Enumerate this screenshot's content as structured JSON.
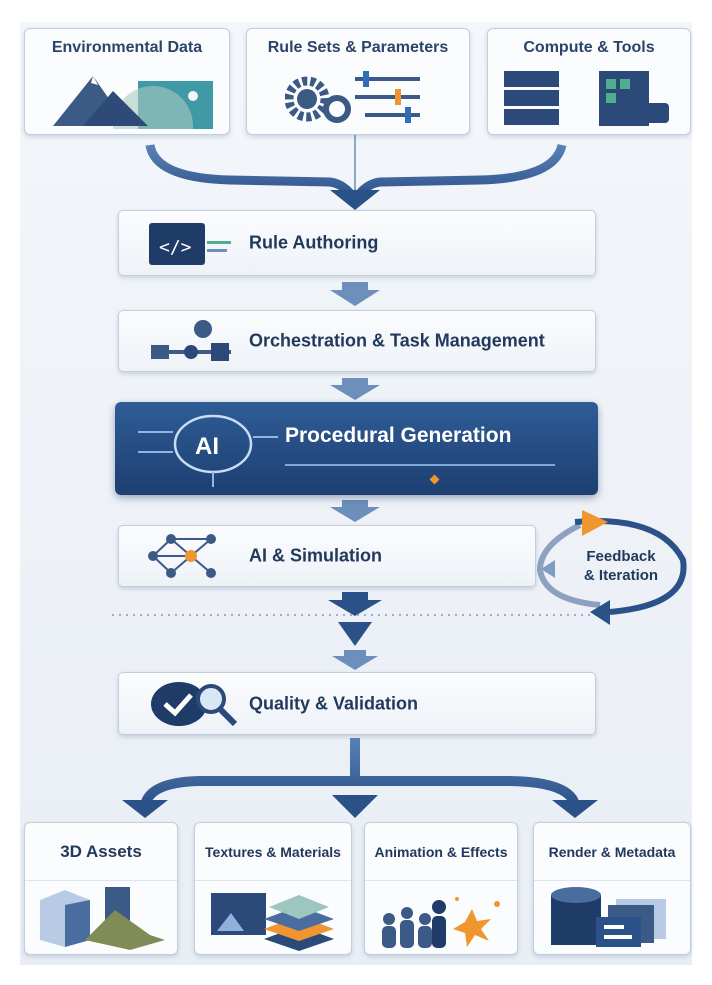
{
  "inputs": [
    {
      "label": "Environmental Data",
      "icon": "mountain-map-icon"
    },
    {
      "label": "Rule Sets & Parameters",
      "icon": "gears-sliders-icon"
    },
    {
      "label": "Compute & Tools",
      "icon": "server-chip-icon"
    }
  ],
  "stages": {
    "rule_authoring": "Rule Authoring",
    "orchestration": "Orchestration & Task Management",
    "procedural_generation": "Procedural Generation",
    "ai_badge": "AI",
    "ai_simulation": "AI & Simulation",
    "quality": "Quality & Validation"
  },
  "feedback": {
    "line1": "Feedback",
    "line2": "& Iteration"
  },
  "outputs": [
    {
      "label": "3D Assets"
    },
    {
      "label": "Textures & Materials"
    },
    {
      "label": "Animation & Effects"
    },
    {
      "label": "Render & Metadata"
    }
  ],
  "colors": {
    "primary": "#2b4f82",
    "accent": "#f0962e",
    "text": "#22395c"
  }
}
